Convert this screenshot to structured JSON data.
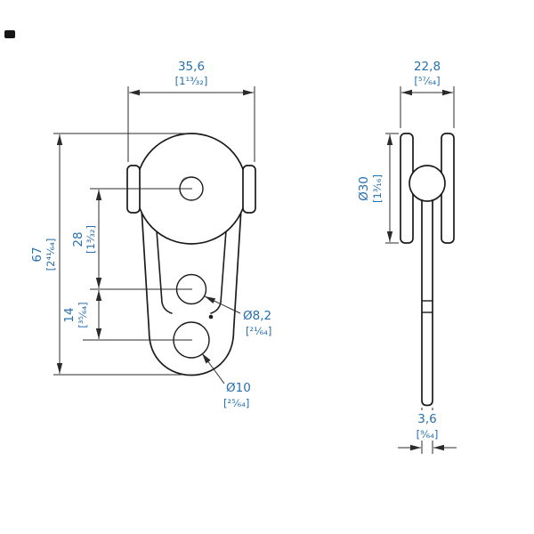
{
  "page": {
    "background": "#ffffff"
  },
  "colors": {
    "dimension_text": "#2770ae",
    "drawing_line": "#1b1b1b"
  },
  "dimensions": {
    "bracket_width": {
      "metric": "35,6",
      "imperial": "[1¹³⁄₃₂]"
    },
    "side_width": {
      "metric": "22,8",
      "imperial": "[⁵⁷⁄₆₄]"
    },
    "overall_height": {
      "metric": "67",
      "imperial": "[2⁴¹⁄₆₄]"
    },
    "axle_to_small_hole": {
      "metric": "28",
      "imperial": "[1³⁄₃₂]"
    },
    "hole_spacing": {
      "metric": "14",
      "imperial": "[³⁵⁄₆₄]"
    },
    "small_hole_diameter": {
      "metric": "Ø8,2",
      "imperial": "[²¹⁄₆₄]"
    },
    "large_hole_diameter": {
      "metric": "Ø10",
      "imperial": "[²⁵⁄₆₄]"
    },
    "sheave_diameter": {
      "metric": "Ø30",
      "imperial": "[1³⁄₁₆]"
    },
    "strap_thickness": {
      "metric": "3,6",
      "imperial": "[⁹⁄₆₄]"
    }
  }
}
